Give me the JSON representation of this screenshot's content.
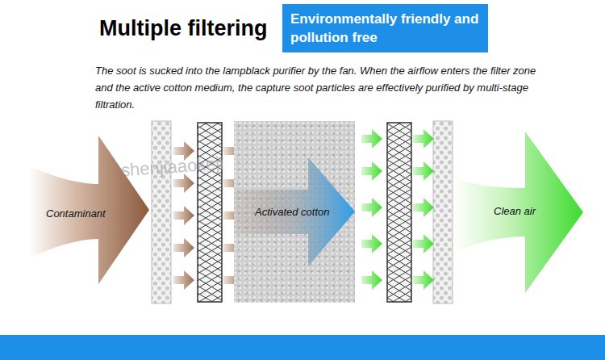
{
  "diagram": {
    "title": "Multiple filtering",
    "nodes": [
      {
        "text": [
          "Environmentally friendly and pollution free"
        ]
      },
      {
        "text": [
          "Contaminant"
        ]
      },
      {
        "text": [
          "Activated cotton"
        ]
      },
      {
        "text": [
          "Clean air"
        ]
      }
    ],
    "labels": [
      "The soot is sucked into the lampblack purifier by the fan. When the airflow enters the filter zone and the active cotton medium, the capture soot particles are effectively purified by multi-stage filtration.",
      "shenjiaaokeji"
    ]
  }
}
